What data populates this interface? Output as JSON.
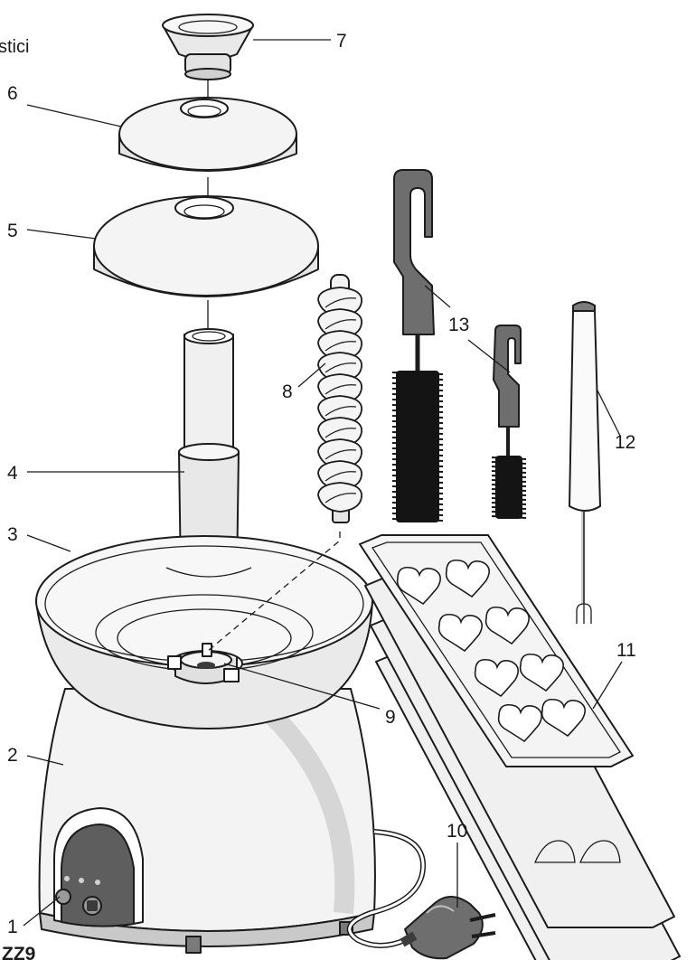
{
  "corner_text": "stici",
  "footer_text": "ZZ9",
  "callouts": [
    {
      "id": "1",
      "label": "1"
    },
    {
      "id": "2",
      "label": "2"
    },
    {
      "id": "3",
      "label": "3"
    },
    {
      "id": "4",
      "label": "4"
    },
    {
      "id": "5",
      "label": "5"
    },
    {
      "id": "6",
      "label": "6"
    },
    {
      "id": "7",
      "label": "7"
    },
    {
      "id": "8",
      "label": "8"
    },
    {
      "id": "9",
      "label": "9"
    },
    {
      "id": "10",
      "label": "10"
    },
    {
      "id": "11",
      "label": "11"
    },
    {
      "id": "12",
      "label": "12"
    },
    {
      "id": "13",
      "label": "13"
    }
  ],
  "colors": {
    "line": "#1c1c1c",
    "light_fill": "#f2f2f2",
    "mid_gray": "#cfcfcf",
    "dark_gray": "#6e6e6e",
    "brush_black": "#141414"
  }
}
